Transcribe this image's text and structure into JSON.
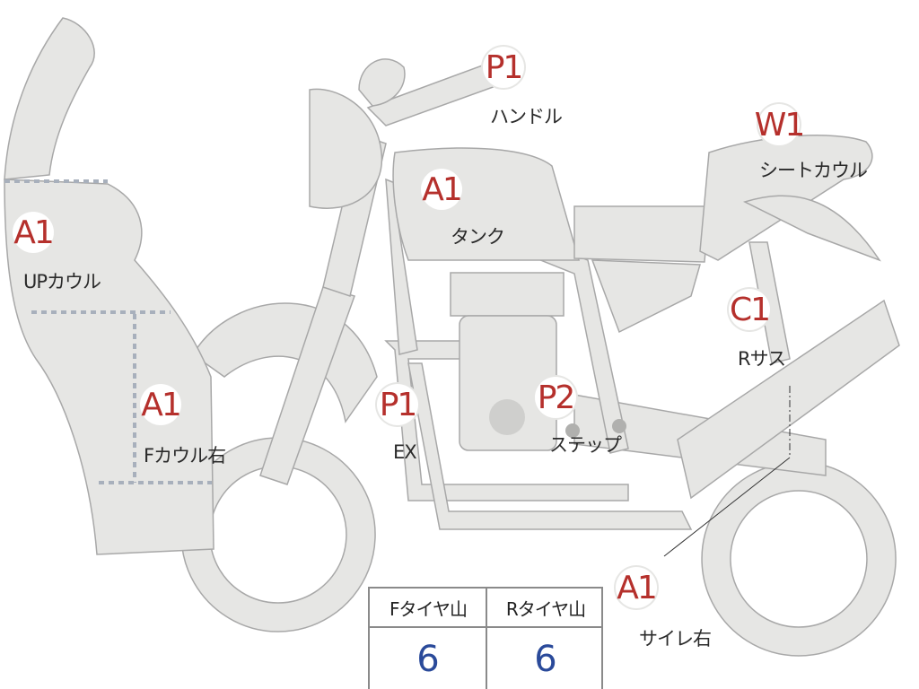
{
  "parts": [
    {
      "id": "handle",
      "code": "P1",
      "label": "ハンドル"
    },
    {
      "id": "seat-cowl",
      "code": "W1",
      "label": "シートカウル"
    },
    {
      "id": "tank",
      "code": "A1",
      "label": "タンク"
    },
    {
      "id": "up-cowl",
      "code": "A1",
      "label": "UPカウル"
    },
    {
      "id": "r-sus",
      "code": "C1",
      "label": "Rサス"
    },
    {
      "id": "f-cowl-r",
      "code": "A1",
      "label": "Fカウル右"
    },
    {
      "id": "ex",
      "code": "P1",
      "label": "EX"
    },
    {
      "id": "step",
      "code": "P2",
      "label": "ステップ"
    },
    {
      "id": "silencer-r",
      "code": "A1",
      "label": "サイレ右"
    }
  ],
  "tire_table": {
    "front_header": "Fタイヤ山",
    "rear_header": "Rタイヤ山",
    "front_value": "6",
    "rear_value": "6"
  },
  "colors": {
    "part_fill": "#e6e6e4",
    "part_stroke": "#9c9c9c",
    "code_text": "#b5302c",
    "value_text": "#2a4a9a"
  }
}
